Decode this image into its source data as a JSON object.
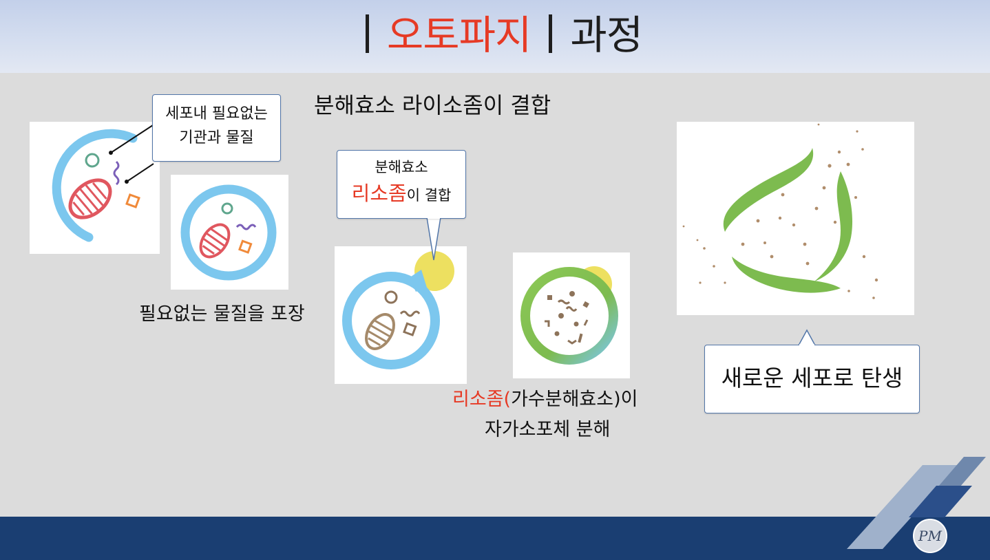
{
  "header": {
    "title_accent": "오토파지",
    "title_rest": "과정"
  },
  "labels": {
    "package": "필요없는 물질을 포장",
    "fusion_top": "분해효소 라이소좀이 결합",
    "digest_red": "리소좀(",
    "digest_black": "가수분해효소)이",
    "digest_line2": "자가소포체 분해"
  },
  "callouts": {
    "unneeded_line1": "세포내 필요없는",
    "unneeded_line2": "기관과 물질",
    "enzyme_line1": "분해효소",
    "enzyme_red": "리소좀",
    "enzyme_rest": "이 결합",
    "new_cell": "새로운 세포로 탄생"
  },
  "colors": {
    "accent_red": "#e63a25",
    "footer_navy": "#1a3e72",
    "membrane_blue": "#7cc7ee",
    "lysosome_yellow": "#ede060",
    "new_cell_green": "#7dbb4f"
  },
  "logo": {
    "text": "PM"
  }
}
